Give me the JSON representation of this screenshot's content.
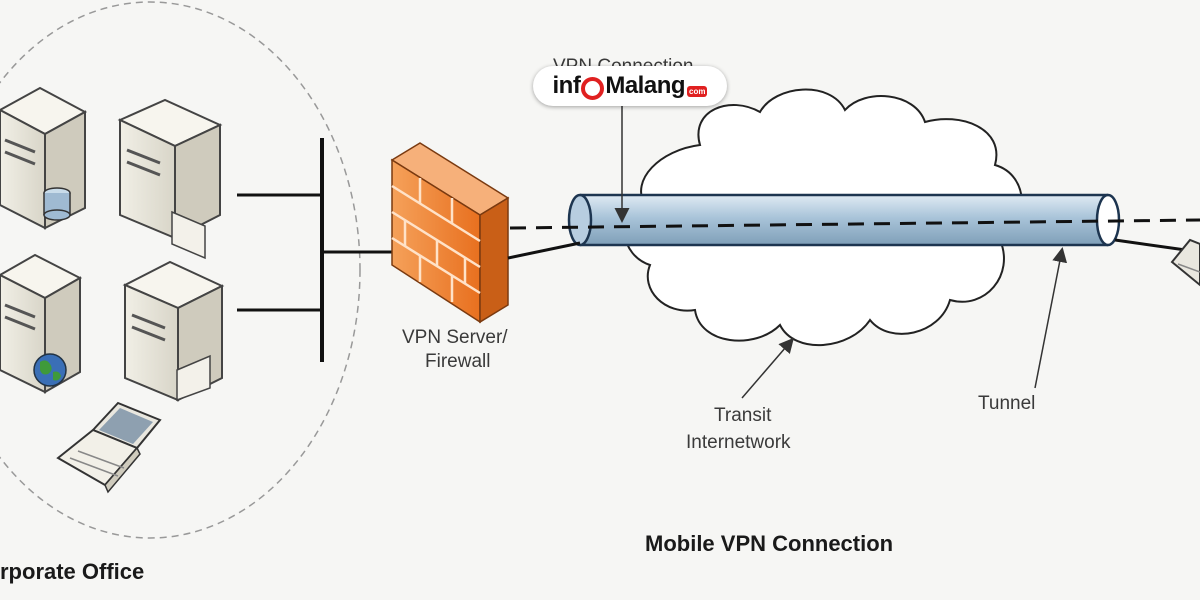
{
  "labels": {
    "vpn_connection": "VPN Connection",
    "vpn_server_line1": "VPN Server/",
    "vpn_server_line2": "Firewall",
    "transit_line1": "Transit",
    "transit_line2": "Internetwork",
    "tunnel": "Tunnel",
    "mobile_title": "Mobile VPN Connection",
    "corporate_office": "rporate Office"
  },
  "watermark": {
    "part1": "inf",
    "part2": "Malang",
    "part3": "com"
  },
  "colors": {
    "firewall": "#f07d32",
    "tunnel": "#a9c4d9",
    "watermark_accent": "#e02020"
  }
}
